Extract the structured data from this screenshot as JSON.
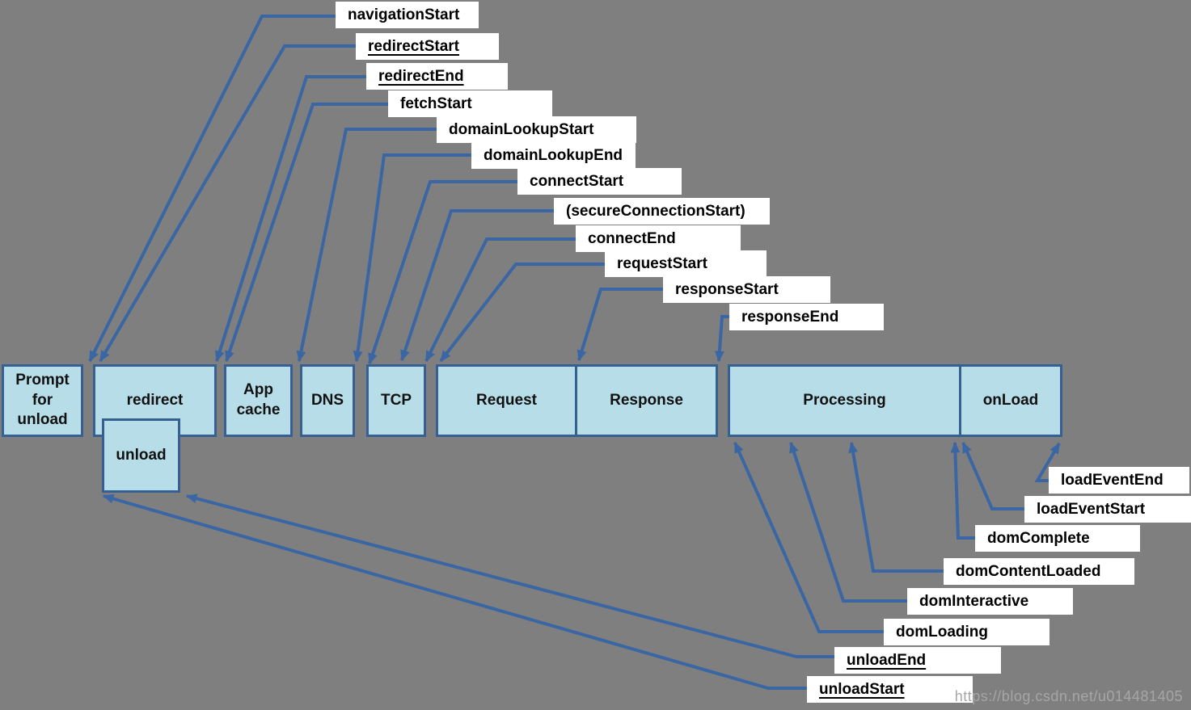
{
  "colors": {
    "bg": "#7f7f7f",
    "box_fill": "#b7dee8",
    "box_border": "#376092",
    "connector": "#3a67a3",
    "label_bg": "#ffffff",
    "label_text": "#000000",
    "watermark": "#a6a6a6"
  },
  "timeline": {
    "boxes": [
      {
        "id": "prompt-for-unload",
        "label": "Prompt for unload"
      },
      {
        "id": "redirect",
        "label": "redirect"
      },
      {
        "id": "unload",
        "label": "unload"
      },
      {
        "id": "app-cache",
        "label": "App cache"
      },
      {
        "id": "dns",
        "label": "DNS"
      },
      {
        "id": "tcp",
        "label": "TCP"
      },
      {
        "id": "request",
        "label": "Request"
      },
      {
        "id": "response",
        "label": "Response"
      },
      {
        "id": "processing",
        "label": "Processing"
      },
      {
        "id": "onload",
        "label": "onLoad"
      }
    ]
  },
  "events": {
    "top": [
      {
        "label": "navigationStart",
        "underline": false
      },
      {
        "label": "redirectStart",
        "underline": true
      },
      {
        "label": "redirectEnd",
        "underline": true
      },
      {
        "label": "fetchStart",
        "underline": false
      },
      {
        "label": "domainLookupStart",
        "underline": false
      },
      {
        "label": "domainLookupEnd",
        "underline": false
      },
      {
        "label": "connectStart",
        "underline": false
      },
      {
        "label": "(secureConnectionStart)",
        "underline": false
      },
      {
        "label": "connectEnd",
        "underline": false
      },
      {
        "label": "requestStart",
        "underline": false
      },
      {
        "label": "responseStart",
        "underline": false
      },
      {
        "label": "responseEnd",
        "underline": false
      }
    ],
    "bottom": [
      {
        "label": "loadEventEnd",
        "underline": false
      },
      {
        "label": "loadEventStart",
        "underline": false
      },
      {
        "label": "domComplete",
        "underline": false
      },
      {
        "label": "domContentLoaded",
        "underline": false
      },
      {
        "label": "domInteractive",
        "underline": false
      },
      {
        "label": "domLoading",
        "underline": false
      },
      {
        "label": "unloadEnd",
        "underline": true
      },
      {
        "label": "unloadStart",
        "underline": true
      }
    ]
  },
  "watermark": {
    "text": "https://blog.csdn.net/u014481405"
  }
}
